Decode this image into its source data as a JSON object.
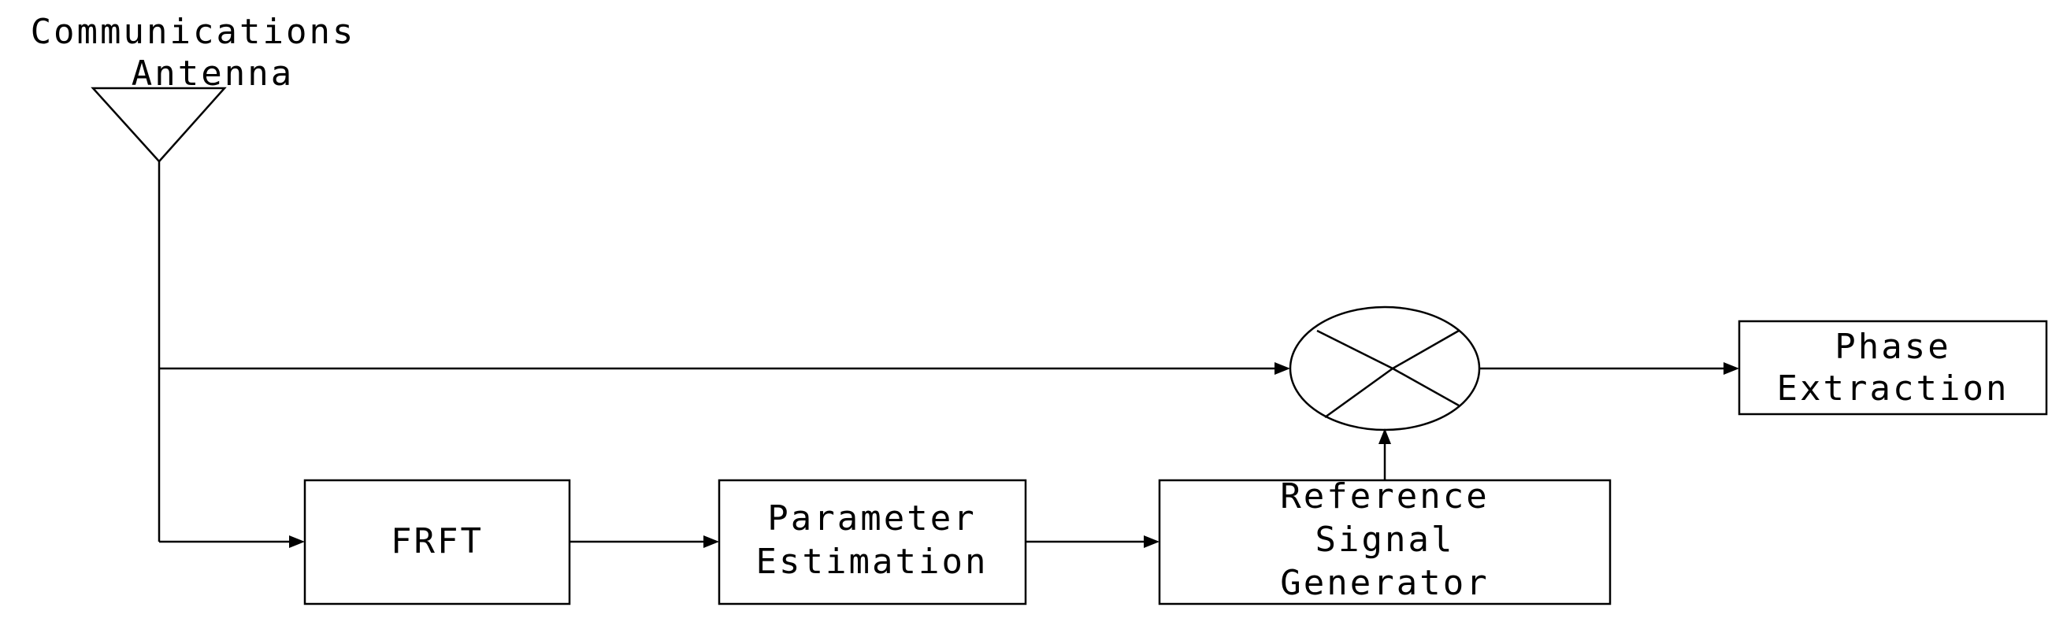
{
  "antenna": {
    "label_line1": "Communications",
    "label_line2": "Antenna"
  },
  "blocks": {
    "frft": "FRFT",
    "param_line1": "Parameter",
    "param_line2": "Estimation",
    "ref_line1": "Reference",
    "ref_line2": "Signal",
    "ref_line3": "Generator",
    "phase_line1": "Phase",
    "phase_line2": "Extraction"
  },
  "colors": {
    "line": "#000000",
    "background": "#ffffff"
  }
}
